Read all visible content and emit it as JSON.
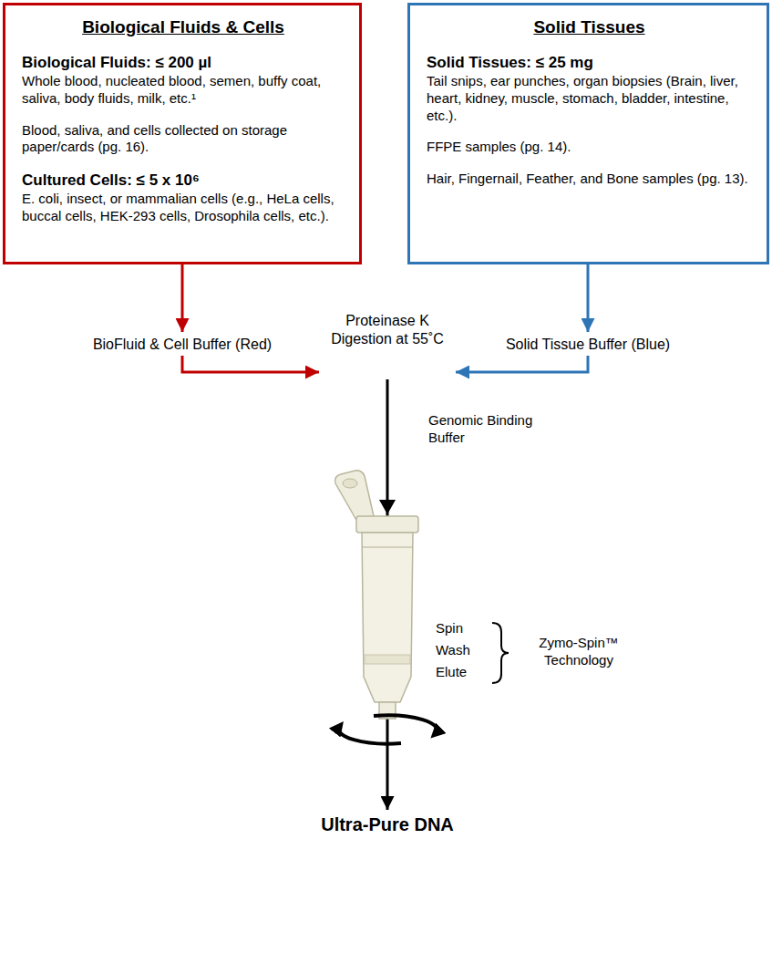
{
  "diagram": {
    "nodes": [
      {
        "text": [
          "Biological Fluids & Cells",
          "Biological Fluids: ≤ 200 µl",
          "Whole blood, nucleated blood, semen, buffy coat, saliva, body fluids, milk, etc.¹",
          "Blood, saliva, and cells collected on storage paper/cards (pg. 16).",
          "Cultured Cells: ≤ 5 x 10⁶",
          "E. coli, insect, or mammalian cells (e.g., HeLa cells, buccal cells, HEK-293 cells, Drosophila cells, etc.)."
        ]
      },
      {
        "text": [
          "Solid Tissues",
          "Solid Tissues: ≤ 25 mg",
          "Tail snips, ear punches, organ biopsies (Brain, liver, heart, kidney, muscle, stomach, bladder, intestine, etc.).",
          "FFPE samples (pg. 14).",
          "Hair, Fingernail, Feather, and Bone samples (pg. 13)."
        ]
      },
      {
        "text": [
          "BioFluid & Cell Buffer (Red)"
        ]
      },
      {
        "text": [
          "Solid Tissue Buffer (Blue)"
        ]
      },
      {
        "text": [
          "Proteinase K Digestion at 55˚C"
        ]
      },
      {
        "text": [
          "Ultra-Pure DNA"
        ]
      }
    ],
    "edges": [
      {
        "from": 0,
        "to": 2,
        "arrow": "to"
      },
      {
        "from": 1,
        "to": 3,
        "arrow": "to"
      },
      {
        "from": 2,
        "to": 4,
        "arrow": "to"
      },
      {
        "from": 3,
        "to": 4,
        "arrow": "to"
      },
      {
        "from": 4,
        "to": 5,
        "arrow": "to",
        "label": "Genomic Binding Buffer"
      }
    ],
    "labels": [
      "Spin",
      "Wash",
      "Elute",
      "Zymo-Spin™ Technology"
    ]
  }
}
